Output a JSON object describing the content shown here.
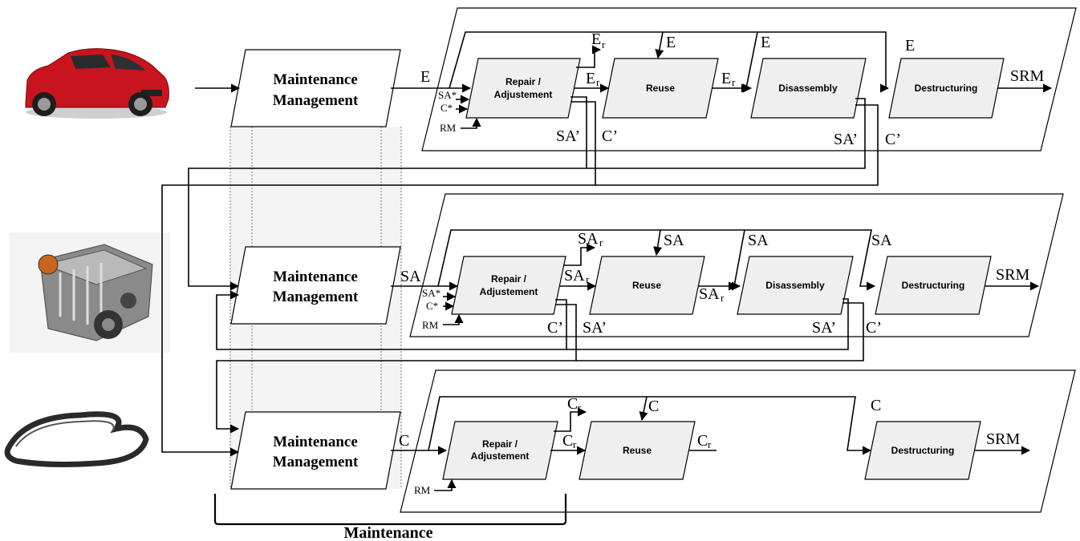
{
  "diagram": {
    "bottom_label": "Maintenance",
    "maintenance_management_label_line1": "Maintenance",
    "maintenance_management_label_line2": "Management",
    "processes": {
      "repair_line1": "Repair /",
      "repair_line2": "Adjustement",
      "reuse": "Reuse",
      "disassembly": "Disassembly",
      "destructuring": "Destructuring"
    },
    "levels": [
      {
        "subject": "car",
        "input": "E",
        "returned": "E",
        "returned_sub": "r",
        "flow_to_reuse": "E",
        "flow_to_reuse_sub": "r",
        "reuse_out": "E",
        "reuse_out_sub": "r",
        "repair_in_sa": "SA*",
        "repair_in_c": "C*",
        "repair_in_rm": "RM",
        "out_sa": "SA’",
        "out_c": "C’",
        "dis_out_sa": "SA’",
        "dis_out_c": "C’",
        "reuse_in": "E",
        "dis_in": "E",
        "dest_in": "E",
        "output": "SRM"
      },
      {
        "subject": "engine",
        "input": "SA",
        "returned": "SA",
        "returned_sub": "r",
        "flow_to_reuse": "SA",
        "flow_to_reuse_sub": "r",
        "reuse_out": "SA",
        "reuse_out_sub": "r",
        "repair_in_sa": "SA*",
        "repair_in_c": "C*",
        "repair_in_rm": "RM",
        "out_c": "C’",
        "out_sa": "SA’",
        "dis_out_sa": "SA’",
        "dis_out_c": "C’",
        "reuse_in": "SA",
        "dis_in": "SA",
        "dest_in": "SA",
        "output": "SRM"
      },
      {
        "subject": "belt",
        "input": "C",
        "returned": "C",
        "returned_sub": "r",
        "flow_to_reuse": "C",
        "flow_to_reuse_sub": "r",
        "reuse_out": "C",
        "reuse_out_sub": "r",
        "repair_in_rm": "RM",
        "reuse_in": "C",
        "dest_in": "C",
        "output": "SRM"
      }
    ]
  }
}
